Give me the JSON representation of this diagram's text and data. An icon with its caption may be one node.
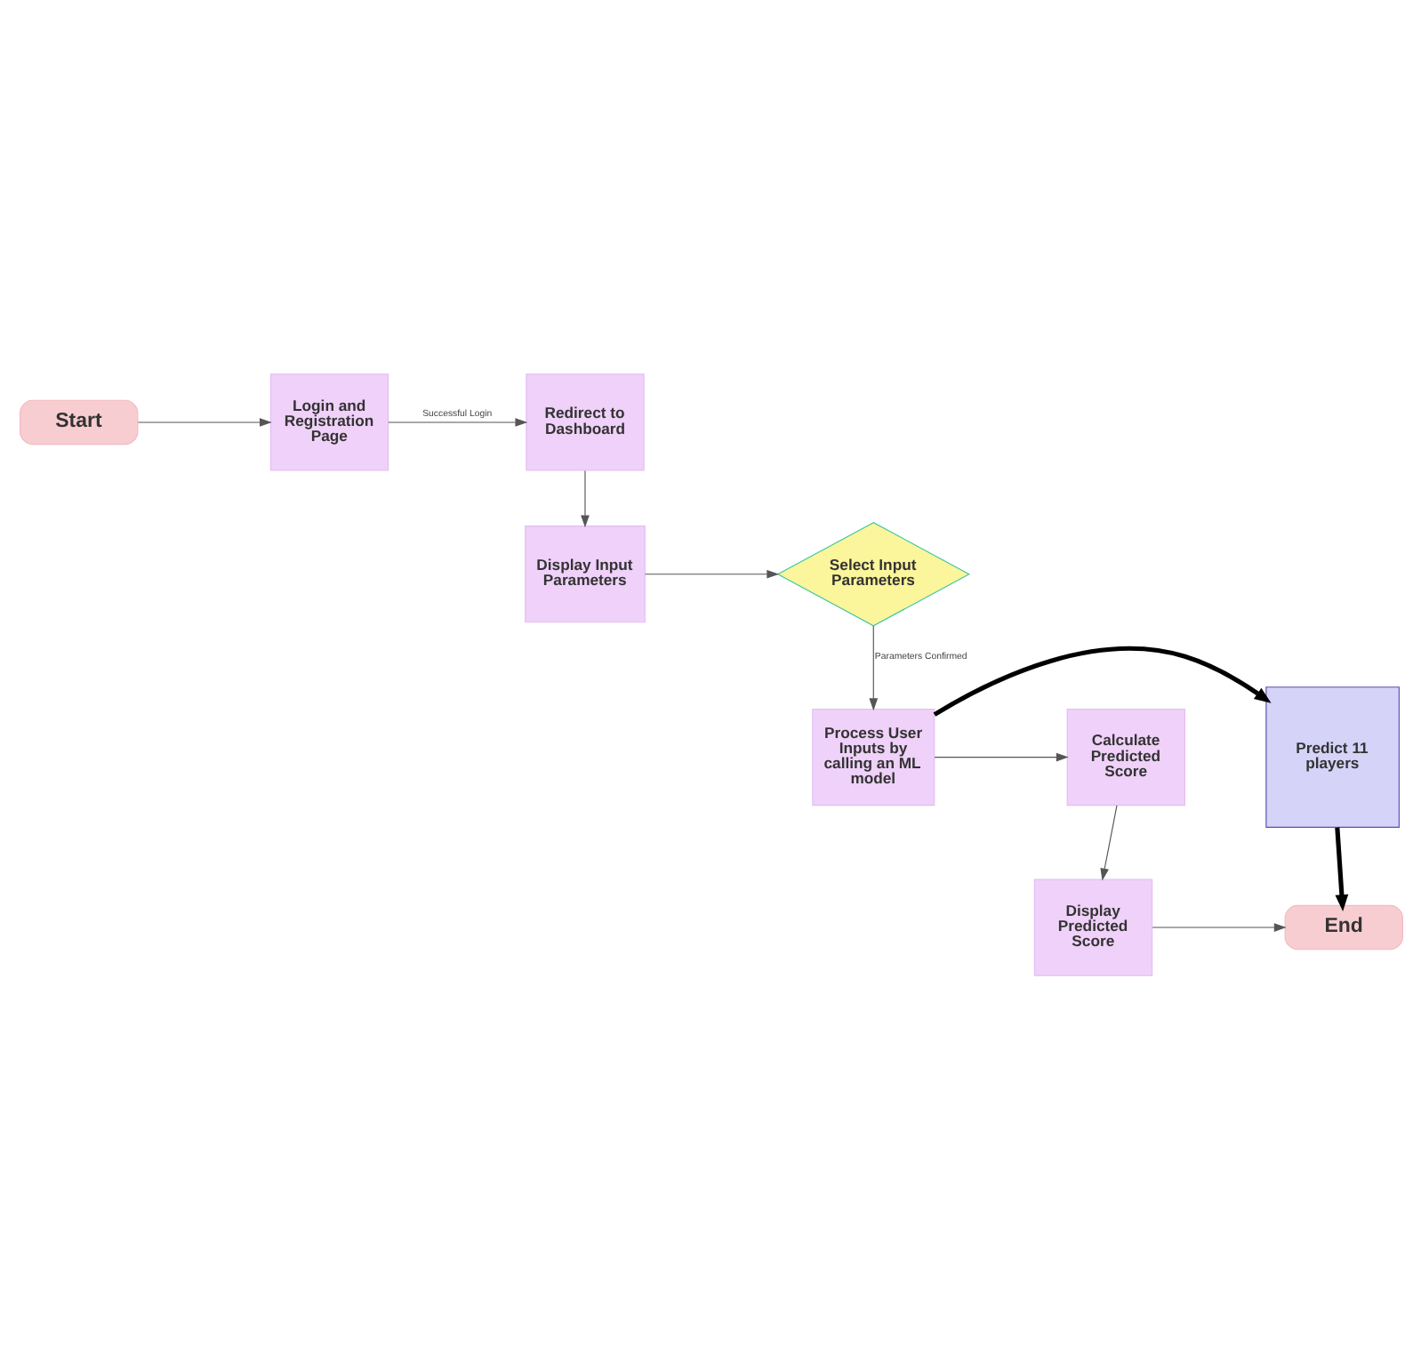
{
  "diagram": {
    "nodes": [
      {
        "text": [
          "Start"
        ]
      },
      {
        "text": [
          "Login and Registration Page"
        ]
      },
      {
        "text": [
          "Redirect to Dashboard"
        ]
      },
      {
        "text": [
          "Display Input Parameters"
        ]
      },
      {
        "text": [
          "Select Input Parameters"
        ]
      },
      {
        "text": [
          "Process User Inputs by calling an ML model"
        ]
      },
      {
        "text": [
          "Predict 11 players"
        ]
      },
      {
        "text": [
          "Calculate Predicted Score"
        ]
      },
      {
        "text": [
          "Display Predicted Score"
        ]
      },
      {
        "text": [
          "End"
        ]
      }
    ],
    "edges": [
      {
        "from": 0,
        "to": 1,
        "arrow": "to"
      },
      {
        "from": 1,
        "to": 2,
        "arrow": "to",
        "label": "Successful Login"
      },
      {
        "from": 2,
        "to": 3,
        "arrow": "to"
      },
      {
        "from": 3,
        "to": 4,
        "arrow": "to"
      },
      {
        "from": 4,
        "to": 5,
        "arrow": "to",
        "label": "Parameters Confirmed"
      },
      {
        "from": 5,
        "to": 6,
        "arrow": "to",
        "style": "thick",
        "color": "#000000"
      },
      {
        "from": 5,
        "to": 7,
        "arrow": "to"
      },
      {
        "from": 7,
        "to": 8,
        "arrow": "to"
      },
      {
        "from": 8,
        "to": 9,
        "arrow": "to"
      },
      {
        "from": 6,
        "to": 9,
        "arrow": "to",
        "style": "thick",
        "color": "#000000"
      }
    ]
  }
}
